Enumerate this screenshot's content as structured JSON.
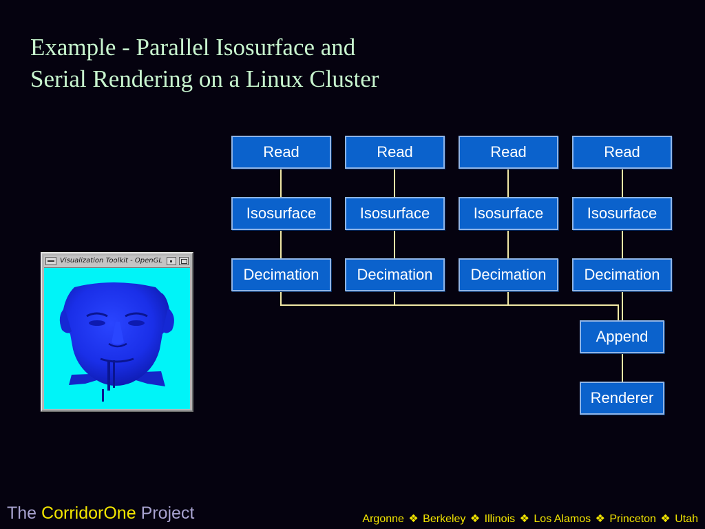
{
  "title": {
    "line1": "Example - Parallel Isosurface and",
    "line2": "Serial Rendering on a Linux Cluster"
  },
  "pipeline": {
    "columns": [
      {
        "read": "Read",
        "isosurface": "Isosurface",
        "decimation": "Decimation"
      },
      {
        "read": "Read",
        "isosurface": "Isosurface",
        "decimation": "Decimation"
      },
      {
        "read": "Read",
        "isosurface": "Isosurface",
        "decimation": "Decimation"
      },
      {
        "read": "Read",
        "isosurface": "Isosurface",
        "decimation": "Decimation"
      }
    ],
    "append": "Append",
    "renderer": "Renderer",
    "box_color": "#0b62cc",
    "wire_color": "#f2e9a6"
  },
  "vtk_window": {
    "title": "Visualization Toolkit - OpenGL",
    "background_color": "#00f4f8",
    "model_color": "#1a2fe8"
  },
  "footer": {
    "prefix": "The",
    "brand": "CorridorOne",
    "suffix": "Project",
    "partners": [
      "Argonne",
      "Berkeley",
      "Illinois",
      "Los Alamos",
      "Princeton",
      "Utah"
    ],
    "separator": "❖"
  }
}
